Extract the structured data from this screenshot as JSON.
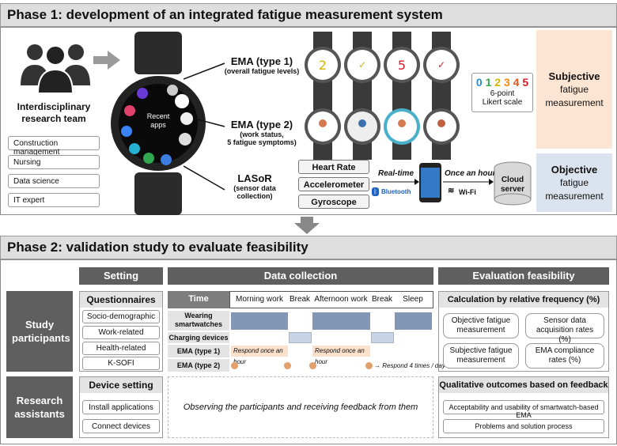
{
  "phase1": {
    "title": "Phase 1: development of an integrated fatigue measurement system",
    "team_label": "Interdisciplinary research team",
    "team_members": [
      "Construction management",
      "Nursing",
      "Data science",
      "IT expert"
    ],
    "watch_text": "Recent apps",
    "ema1_title": "EMA (type 1)",
    "ema1_sub": "(overall fatigue levels)",
    "ema2_title": "EMA (type 2)",
    "ema2_sub1": "(work status,",
    "ema2_sub2": "5 fatigue symptoms)",
    "lasor_title": "LASoR",
    "lasor_sub1": "(sensor data",
    "lasor_sub2": "collection)",
    "likert_digits": [
      "0",
      "1",
      "2",
      "3",
      "4",
      "5"
    ],
    "likert_colors": [
      "#1e90d6",
      "#2ea84a",
      "#d4b600",
      "#ef8a18",
      "#e8561a",
      "#d81b2a"
    ],
    "likert_label1": "6-point",
    "likert_label2": "Likert scale",
    "sensors": [
      "Heart Rate",
      "Accelerometer",
      "Gyroscope"
    ],
    "realtime_label": "Real-time",
    "bluetooth_label": "Bluetooth",
    "once_hour_label": "Once an hour",
    "wifi_label": "Wi-Fi",
    "cloud_label1": "Cloud",
    "cloud_label2": "server",
    "subjective_title": "Subjective",
    "subjective_sub1": "fatigue",
    "subjective_sub2": "measurement",
    "objective_title": "Objective",
    "objective_sub1": "fatigue",
    "objective_sub2": "measurement",
    "colors": {
      "subjective_bg": "#fde5d3",
      "objective_bg": "#dbe3ee"
    }
  },
  "phase2": {
    "title": "Phase 2: validation study to evaluate feasibility",
    "col_headers": {
      "setting": "Setting",
      "data_collection": "Data collection",
      "evaluation": "Evaluation feasibility"
    },
    "study_participants": "Study participants",
    "research_assistants": "Research assistants",
    "questionnaires_title": "Questionnaires",
    "questionnaires": [
      "Socio-demographic",
      "Work-related",
      "Health-related",
      "K-SOFI"
    ],
    "device_setting_title": "Device setting",
    "device_items": [
      "Install applications",
      "Connect devices"
    ],
    "grid_header": {
      "time": "Time",
      "morning": "Morning work",
      "break1": "Break",
      "afternoon": "Afternoon work",
      "break2": "Break",
      "sleep": "Sleep"
    },
    "grid_rows": {
      "wearing1": "Wearing",
      "wearing2": "smartwatches",
      "charging": "Charging devices",
      "ema1": "EMA (type 1)",
      "ema2": "EMA (type 2)"
    },
    "respond_hour": "Respond once an hour",
    "respond_hour2": "Respond once an hour",
    "respond_4": "→ Respond 4 times / day",
    "observing": "Observing the participants and receiving feedback from them",
    "calc_title": "Calculation by relative frequency (%)",
    "obj_fatigue1": "Objective fatigue",
    "obj_fatigue2": "measurement",
    "sensor_rate1": "Sensor data",
    "sensor_rate2": "acquisition rates (%)",
    "subj_fatigue1": "Subjective fatigue",
    "subj_fatigue2": "measurement",
    "ema_rate1": "EMA compliance",
    "ema_rate2": "rates (%)",
    "qual_title": "Qualitative outcomes based on feedback",
    "qual_items": [
      "Acceptability and usability of smartwatch-based EMA",
      "Problems and solution process"
    ],
    "colors": {
      "header_bg": "#5f5f5f",
      "bar": "#8297b5",
      "ema_bg": "#fbe0cc",
      "check": "#e3a06a"
    }
  }
}
